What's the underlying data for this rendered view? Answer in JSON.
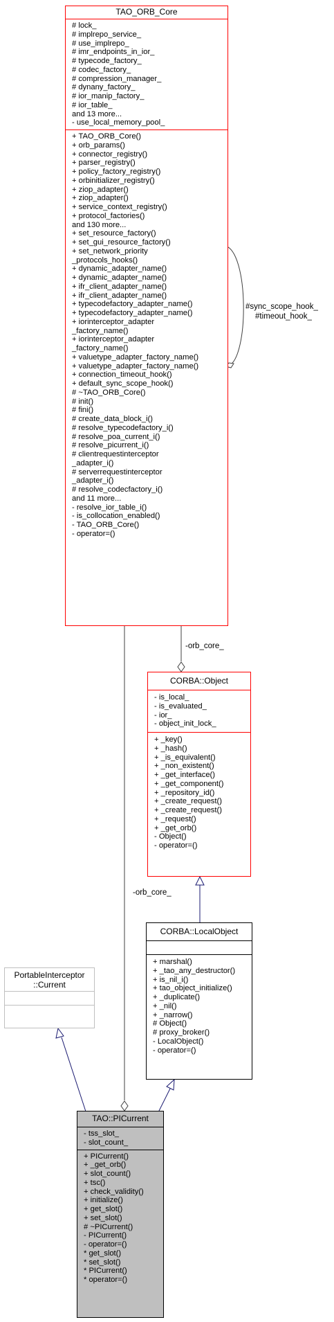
{
  "orb_core": {
    "title": "TAO_ORB_Core",
    "attributes": [
      "# lock_",
      "# implrepo_service_",
      "# use_implrepo_",
      "# imr_endpoints_in_ior_",
      "# typecode_factory_",
      "# codec_factory_",
      "# compression_manager_",
      "# dynany_factory_",
      "# ior_manip_factory_",
      "# ior_table_",
      "and 13 more...",
      "- use_local_memory_pool_"
    ],
    "methods": [
      "+ TAO_ORB_Core()",
      "+ orb_params()",
      "+ connector_registry()",
      "+ parser_registry()",
      "+ policy_factory_registry()",
      "+ orbinitializer_registry()",
      "+ ziop_adapter()",
      "+ ziop_adapter()",
      "+ service_context_registry()",
      "+ protocol_factories()",
      "and 130 more...",
      "+ set_resource_factory()",
      "+ set_gui_resource_factory()",
      "+ set_network_priority",
      "_protocols_hooks()",
      "+ dynamic_adapter_name()",
      "+ dynamic_adapter_name()",
      "+ ifr_client_adapter_name()",
      "+ ifr_client_adapter_name()",
      "+ typecodefactory_adapter_name()",
      "+ typecodefactory_adapter_name()",
      "+ iorinterceptor_adapter",
      "_factory_name()",
      "+ iorinterceptor_adapter",
      "_factory_name()",
      "+ valuetype_adapter_factory_name()",
      "+ valuetype_adapter_factory_name()",
      "+ connection_timeout_hook()",
      "+ default_sync_scope_hook()",
      "# ~TAO_ORB_Core()",
      "# init()",
      "# fini()",
      "# create_data_block_i()",
      "# resolve_typecodefactory_i()",
      "# resolve_poa_current_i()",
      "# resolve_picurrent_i()",
      "# clientrequestinterceptor",
      "_adapter_i()",
      "# serverrequestinterceptor",
      "_adapter_i()",
      "# resolve_codecfactory_i()",
      "and 11 more...",
      "- resolve_ior_table_i()",
      "- is_collocation_enabled()",
      "- TAO_ORB_Core()",
      "- operator=()"
    ]
  },
  "corba_object": {
    "title": "CORBA::Object",
    "attributes": [
      "- is_local_",
      "- is_evaluated_",
      "- ior_",
      "- object_init_lock_"
    ],
    "methods": [
      "+ _key()",
      "+ _hash()",
      "+ _is_equivalent()",
      "+ _non_existent()",
      "+ _get_interface()",
      "+ _get_component()",
      "+ _repository_id()",
      "+ _create_request()",
      "+ _create_request()",
      "+ _request()",
      "+ _get_orb()",
      "- Object()",
      "- operator=()"
    ]
  },
  "local_object": {
    "title": "CORBA::LocalObject",
    "attributes": [],
    "methods": [
      "+ marshal()",
      "+ _tao_any_destructor()",
      "+ is_nil_i()",
      "+ tao_object_initialize()",
      "+ _duplicate()",
      "+ _nil()",
      "+ _narrow()",
      "# Object()",
      "# proxy_broker()",
      "- LocalObject()",
      "- operator=()"
    ]
  },
  "pi_current_iface": {
    "title": "PortableInterceptor\n::Current",
    "attributes": [],
    "methods": []
  },
  "tao_picurrent": {
    "title": "TAO::PICurrent",
    "attributes": [
      "- tss_slot_",
      "- slot_count_"
    ],
    "methods": [
      "+ PICurrent()",
      "+ _get_orb()",
      "+ slot_count()",
      "+ tsc()",
      "+ check_validity()",
      "+ initialize()",
      "+ get_slot()",
      "+ set_slot()",
      "# ~PICurrent()",
      "- PICurrent()",
      "- operator=()",
      "* get_slot()",
      "* set_slot()",
      "* PICurrent()",
      "* operator=()"
    ]
  },
  "edge_labels": {
    "self_hook_line1": "#sync_scope_hook_",
    "self_hook_line2": "#timeout_hook_",
    "orb_core_to_object": "-orb_core_",
    "orb_core_to_picurrent": "-orb_core_"
  },
  "colors": {
    "box_border_red": "#ff0000",
    "box_border_black": "#000000",
    "box_border_grey": "#bfbfbf",
    "picurrent_fill": "#bfbfbf",
    "inheritance_edge": "#191970",
    "composition_edge": "#404040"
  }
}
